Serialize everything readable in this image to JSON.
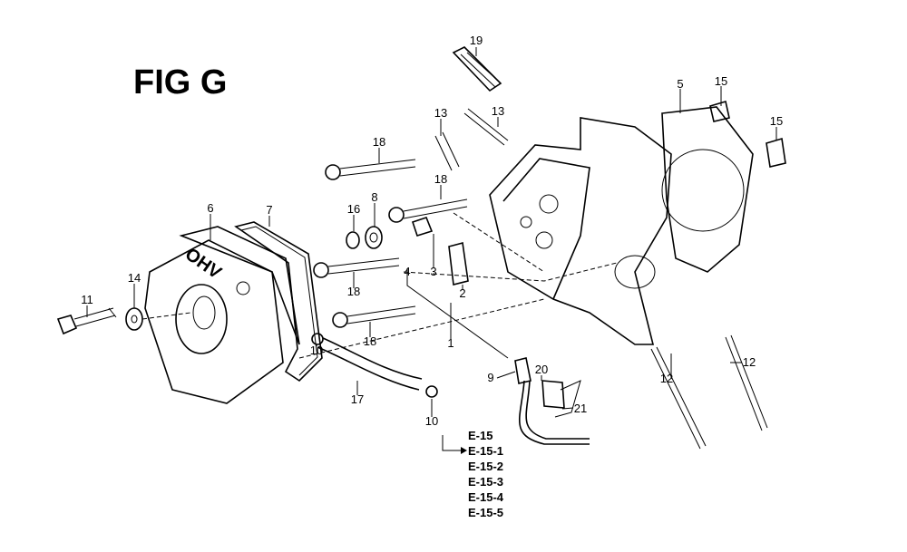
{
  "figure": {
    "title": "FIG G",
    "callouts": [
      "19",
      "5",
      "15",
      "15",
      "13",
      "13",
      "18",
      "18",
      "16",
      "8",
      "6",
      "7",
      "14",
      "11",
      "4",
      "3",
      "2",
      "18",
      "1",
      "18",
      "10",
      "17",
      "10",
      "9",
      "20",
      "21",
      "12",
      "12"
    ],
    "references": [
      "E-15",
      "E-15-1",
      "E-15-2",
      "E-15-3",
      "E-15-4",
      "E-15-5"
    ],
    "cover_logo": "OHV"
  }
}
